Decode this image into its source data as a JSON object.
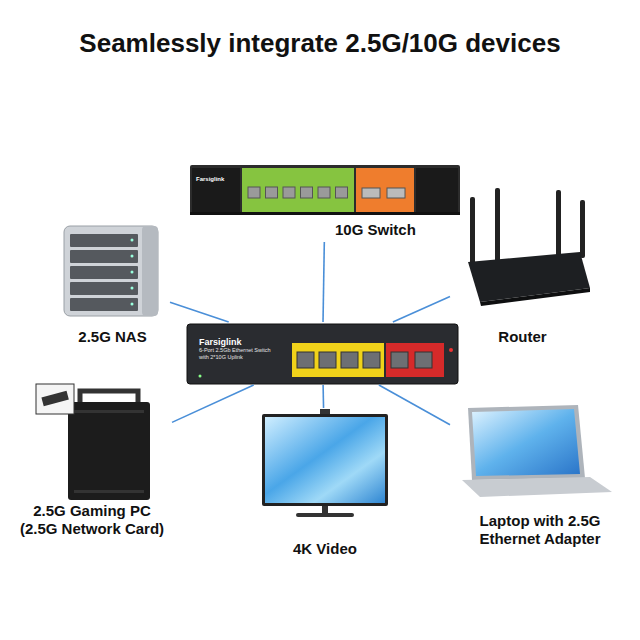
{
  "diagram": {
    "title": "Seamlessly integrate 2.5G/10G devices",
    "nodes": [
      {
        "text": [
          "10G Switch"
        ]
      },
      {
        "text": [
          "2.5G NAS"
        ]
      },
      {
        "text": [
          "Router"
        ]
      },
      {
        "text": [
          "Farsiglink",
          "6-Port 2.5Gb Ethernet Switch with 2*10G Uplink"
        ]
      },
      {
        "text": [
          "2.5G Gaming PC (2.5G Network Card)"
        ]
      },
      {
        "text": [
          "4K Video"
        ]
      },
      {
        "text": [
          "Laptop with 2.5G Ethernet Adapter"
        ]
      }
    ],
    "edges": [
      {
        "from": 3,
        "to": 0,
        "arrow": "none"
      },
      {
        "from": 3,
        "to": 1,
        "arrow": "none"
      },
      {
        "from": 3,
        "to": 2,
        "arrow": "none"
      },
      {
        "from": 3,
        "to": 4,
        "arrow": "none"
      },
      {
        "from": 3,
        "to": 5,
        "arrow": "none"
      },
      {
        "from": 3,
        "to": 6,
        "arrow": "none"
      }
    ],
    "labels": [
      "Farsiglink"
    ]
  }
}
